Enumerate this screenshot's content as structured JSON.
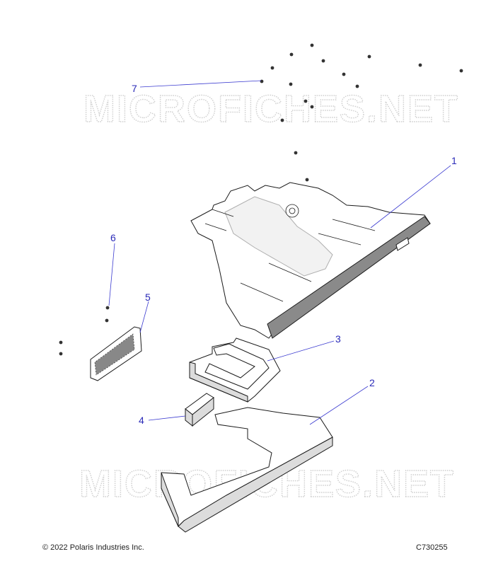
{
  "watermark": {
    "text": "MICROFICHES.NET"
  },
  "callouts": [
    {
      "id": "1",
      "label": "1"
    },
    {
      "id": "2",
      "label": "2"
    },
    {
      "id": "3",
      "label": "3"
    },
    {
      "id": "4",
      "label": "4"
    },
    {
      "id": "5",
      "label": "5"
    },
    {
      "id": "6",
      "label": "6"
    },
    {
      "id": "7",
      "label": "7"
    }
  ],
  "footer": {
    "copyright": "© 2022 Polaris Industries Inc.",
    "figure_id": "C730255"
  }
}
